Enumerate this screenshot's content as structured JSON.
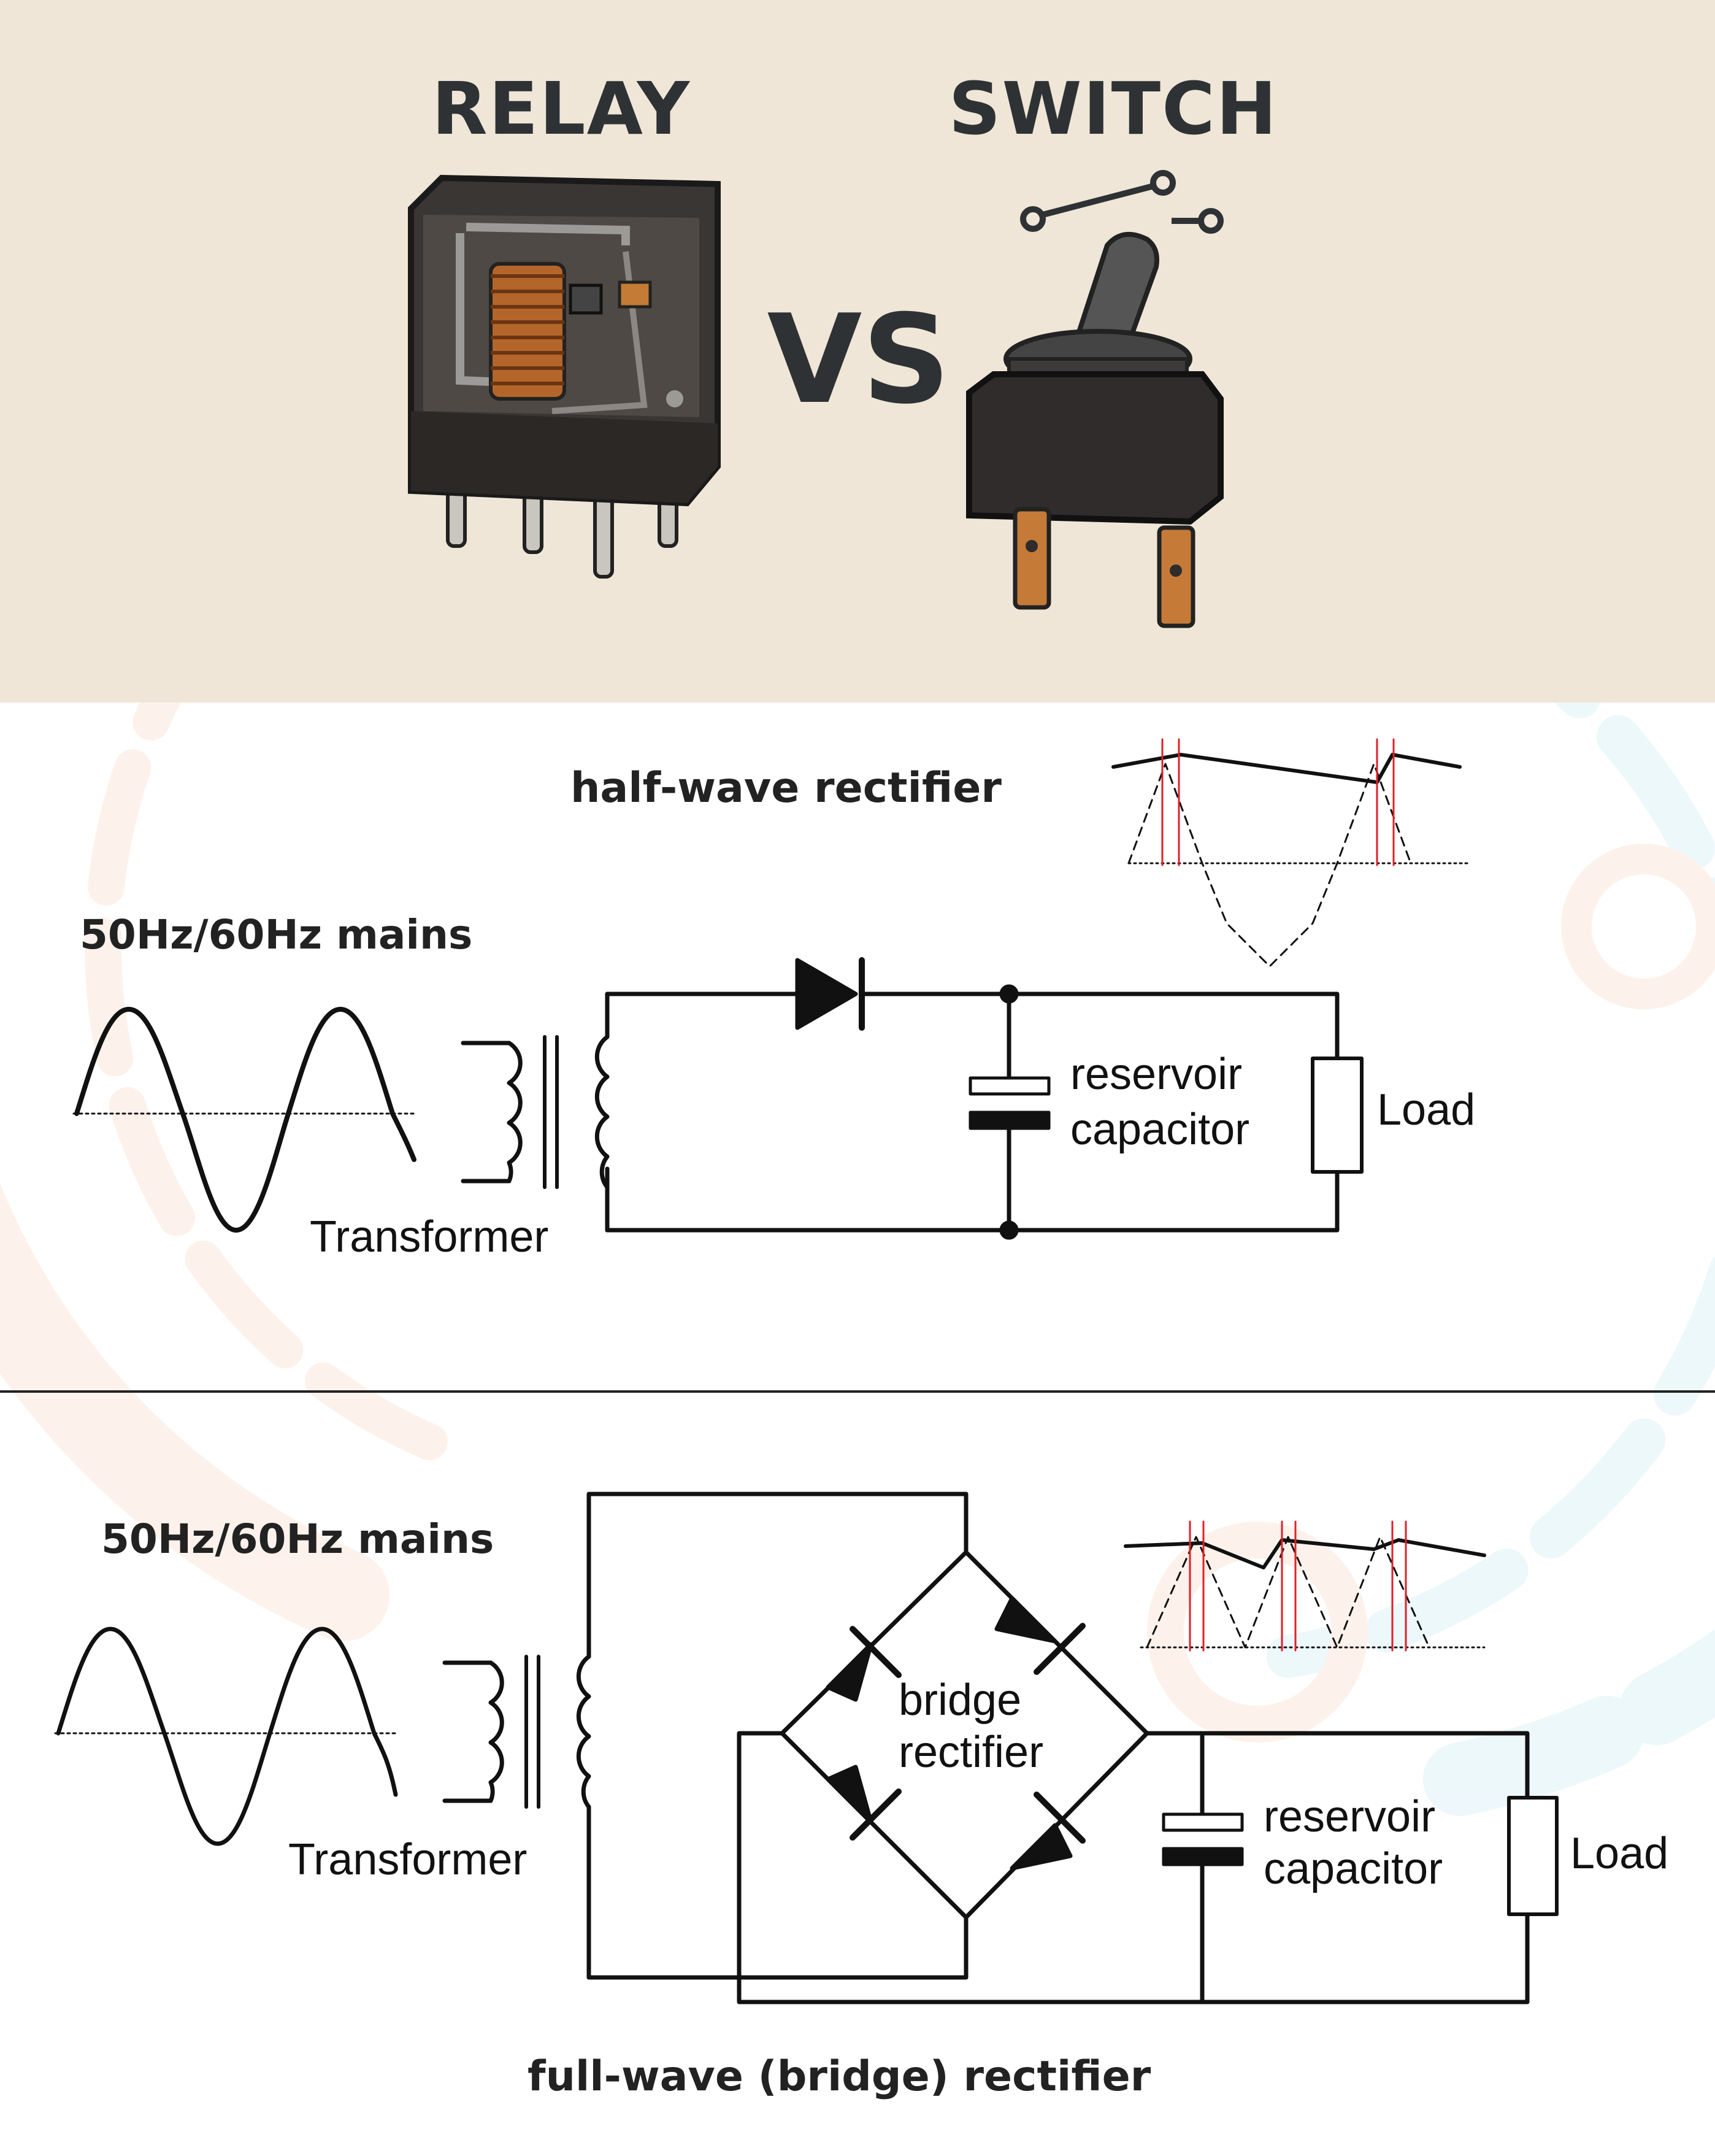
{
  "header": {
    "relay_heading": "RELAY",
    "vs_label": "VS",
    "switch_heading": "SWITCH",
    "relay_illustration_icon": "relay-icon",
    "switch_illustration_icon": "toggle-switch-icon"
  },
  "half_wave": {
    "title": "half-wave rectifier",
    "mains_label": "50Hz/60Hz mains",
    "transformer_label": "Transformer",
    "capacitor_label_line1": "reservoir",
    "capacitor_label_line2": "capacitor",
    "load_label": "Load"
  },
  "full_wave": {
    "title": "full-wave (bridge) rectifier",
    "mains_label": "50Hz/60Hz mains",
    "transformer_label": "Transformer",
    "bridge_label_line1": "bridge",
    "bridge_label_line2": "rectifier",
    "capacitor_label_line1": "reservoir",
    "capacitor_label_line2": "capacitor",
    "load_label": "Load"
  },
  "colors": {
    "top_background": "#efe6d7",
    "heading_text": "#2e3234",
    "wire": "#111111",
    "ripple_marker": "#e0202a",
    "watermark_orange": "#f1a16c",
    "watermark_blue": "#7ccbe6"
  }
}
